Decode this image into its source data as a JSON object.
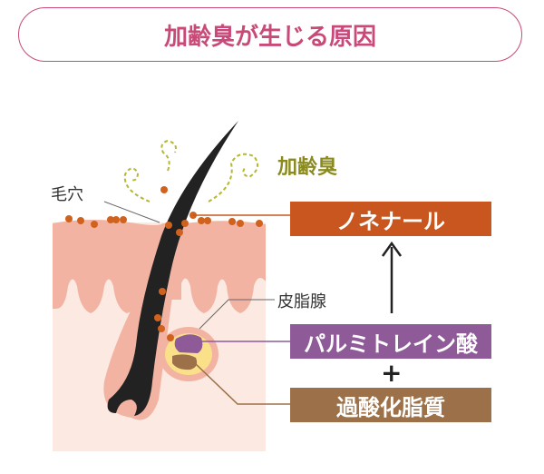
{
  "title": "加齢臭が生じる原因",
  "labels": {
    "odor": "加齢臭",
    "pore": "毛穴",
    "sebaceous": "皮脂腺"
  },
  "boxes": {
    "nonenal": "ノネナール",
    "palmitoleic": "パルミトレイン酸",
    "lipid_peroxide": "過酸化脂質"
  },
  "plus": "+",
  "colors": {
    "title": "#c94a78",
    "nonenal": "#c8561e",
    "palmitoleic": "#8e5a98",
    "lipid_peroxide": "#9c7048",
    "odor": "#8a8a1e"
  }
}
